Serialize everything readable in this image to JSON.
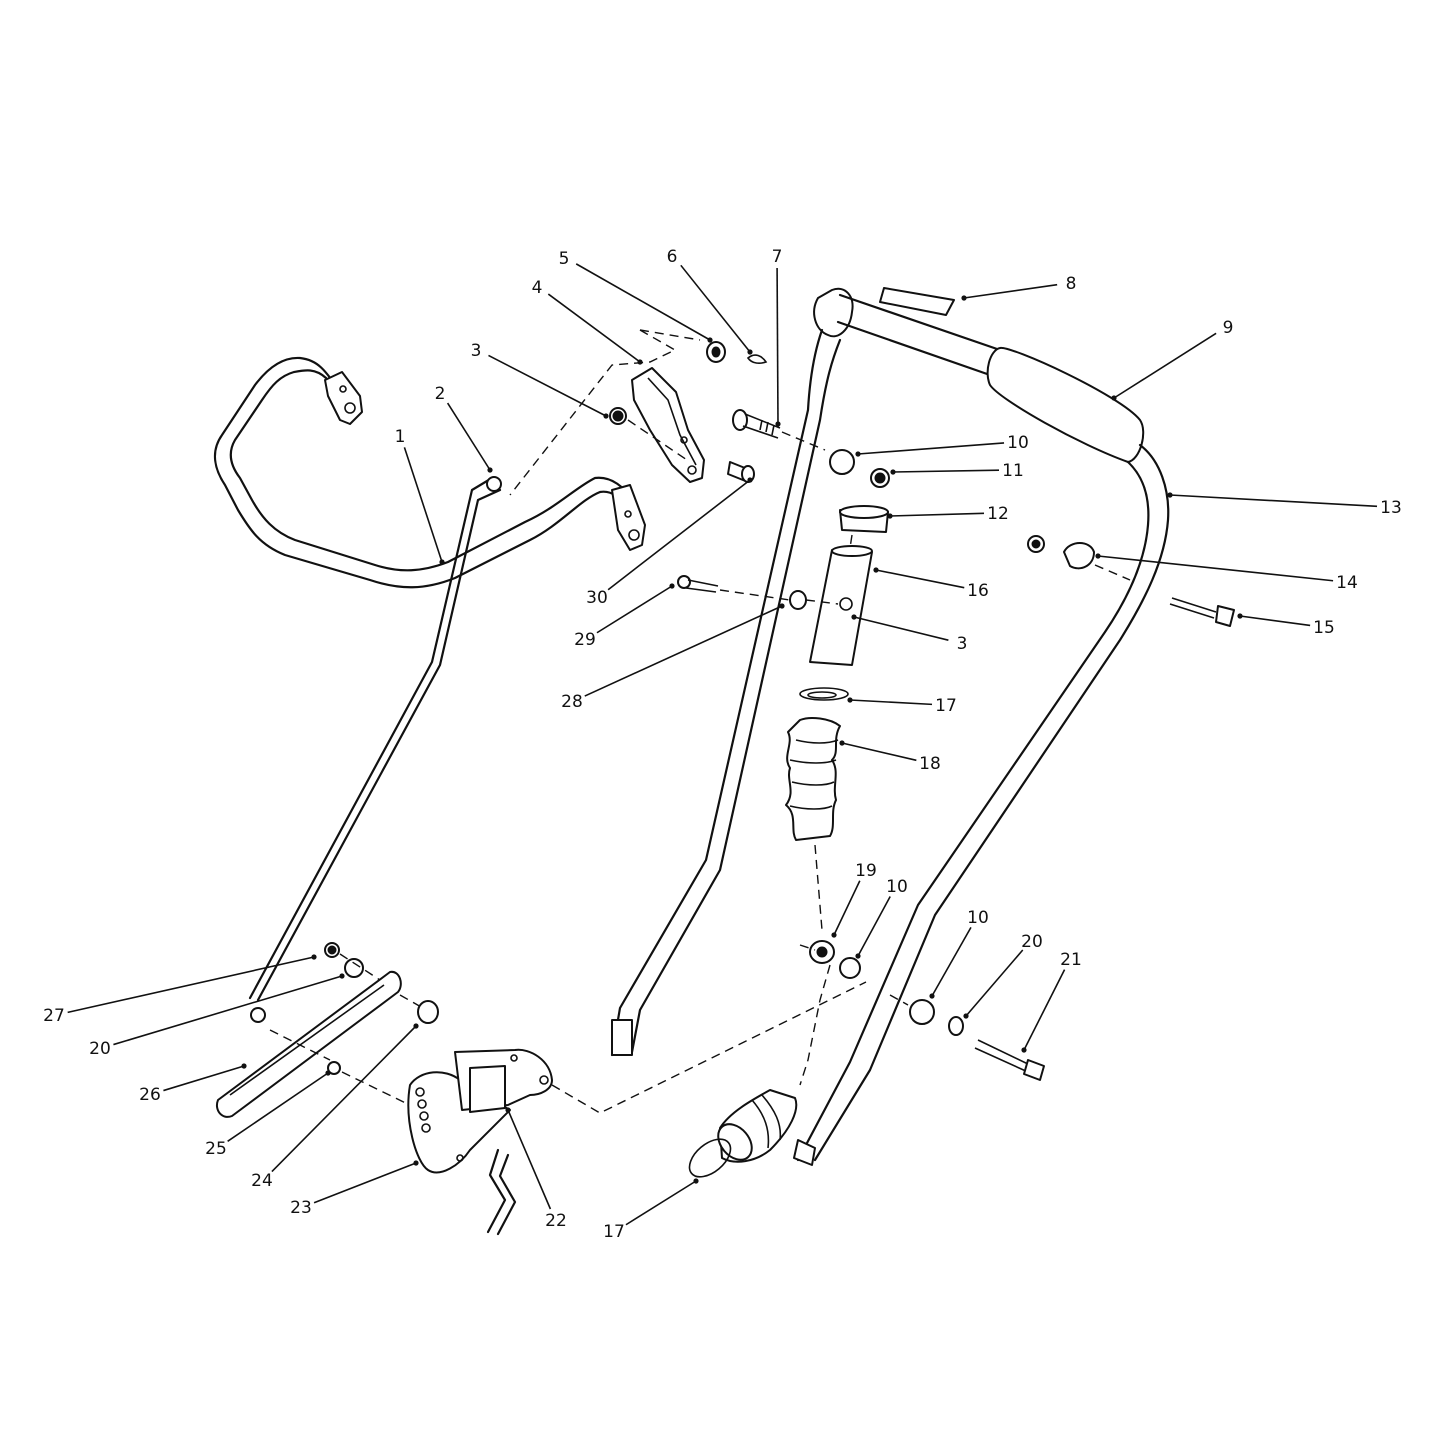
{
  "diagram": {
    "callouts": [
      {
        "id": "c1",
        "text": "1"
      },
      {
        "id": "c2",
        "text": "2"
      },
      {
        "id": "c3a",
        "text": "3"
      },
      {
        "id": "c4",
        "text": "4"
      },
      {
        "id": "c5",
        "text": "5"
      },
      {
        "id": "c6",
        "text": "6"
      },
      {
        "id": "c7",
        "text": "7"
      },
      {
        "id": "c8",
        "text": "8"
      },
      {
        "id": "c9",
        "text": "9"
      },
      {
        "id": "c10a",
        "text": "10"
      },
      {
        "id": "c11",
        "text": "11"
      },
      {
        "id": "c12",
        "text": "12"
      },
      {
        "id": "c13",
        "text": "13"
      },
      {
        "id": "c14",
        "text": "14"
      },
      {
        "id": "c15",
        "text": "15"
      },
      {
        "id": "c16",
        "text": "16"
      },
      {
        "id": "c3b",
        "text": "3"
      },
      {
        "id": "c17a",
        "text": "17"
      },
      {
        "id": "c18",
        "text": "18"
      },
      {
        "id": "c19",
        "text": "19"
      },
      {
        "id": "c10b",
        "text": "10"
      },
      {
        "id": "c10c",
        "text": "10"
      },
      {
        "id": "c20a",
        "text": "20"
      },
      {
        "id": "c21",
        "text": "21"
      },
      {
        "id": "c27",
        "text": "27"
      },
      {
        "id": "c20b",
        "text": "20"
      },
      {
        "id": "c26",
        "text": "26"
      },
      {
        "id": "c25",
        "text": "25"
      },
      {
        "id": "c24",
        "text": "24"
      },
      {
        "id": "c23",
        "text": "23"
      },
      {
        "id": "c22",
        "text": "22"
      },
      {
        "id": "c17b",
        "text": "17"
      },
      {
        "id": "c28",
        "text": "28"
      },
      {
        "id": "c29",
        "text": "29"
      },
      {
        "id": "c30",
        "text": "30"
      }
    ]
  }
}
